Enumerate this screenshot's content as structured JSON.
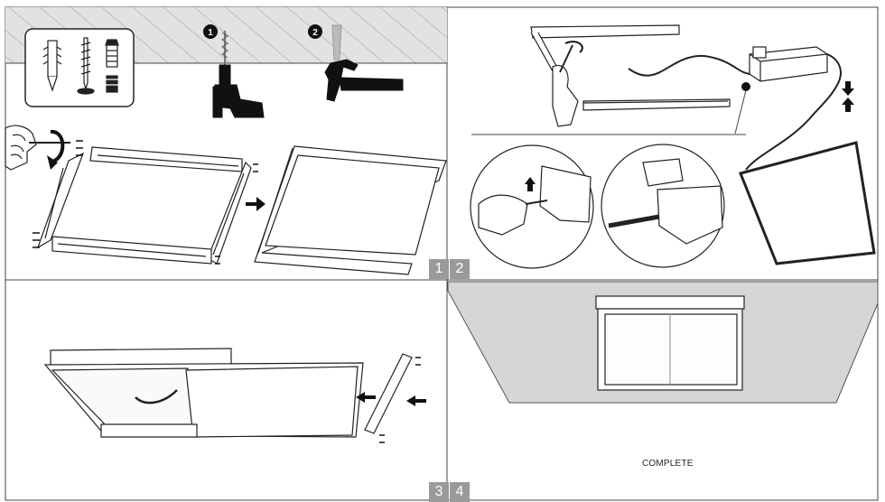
{
  "step_numbers": {
    "one": "1",
    "two": "2",
    "three": "3",
    "four": "4"
  },
  "tool_sequence": {
    "drill_marker": "1",
    "hammer_marker": "2"
  },
  "final_caption": "COMPLETE",
  "colors": {
    "line": "#222222",
    "ceiling_grey": "#d6d6d6",
    "badge": "#9a9a9a",
    "hatch_bg": "#e2e2e2"
  },
  "icons": [
    "wall-plug-icon",
    "screw-icon",
    "bolt-icon",
    "drill-icon",
    "hammer-icon",
    "arrow-icon",
    "hand-icon"
  ]
}
